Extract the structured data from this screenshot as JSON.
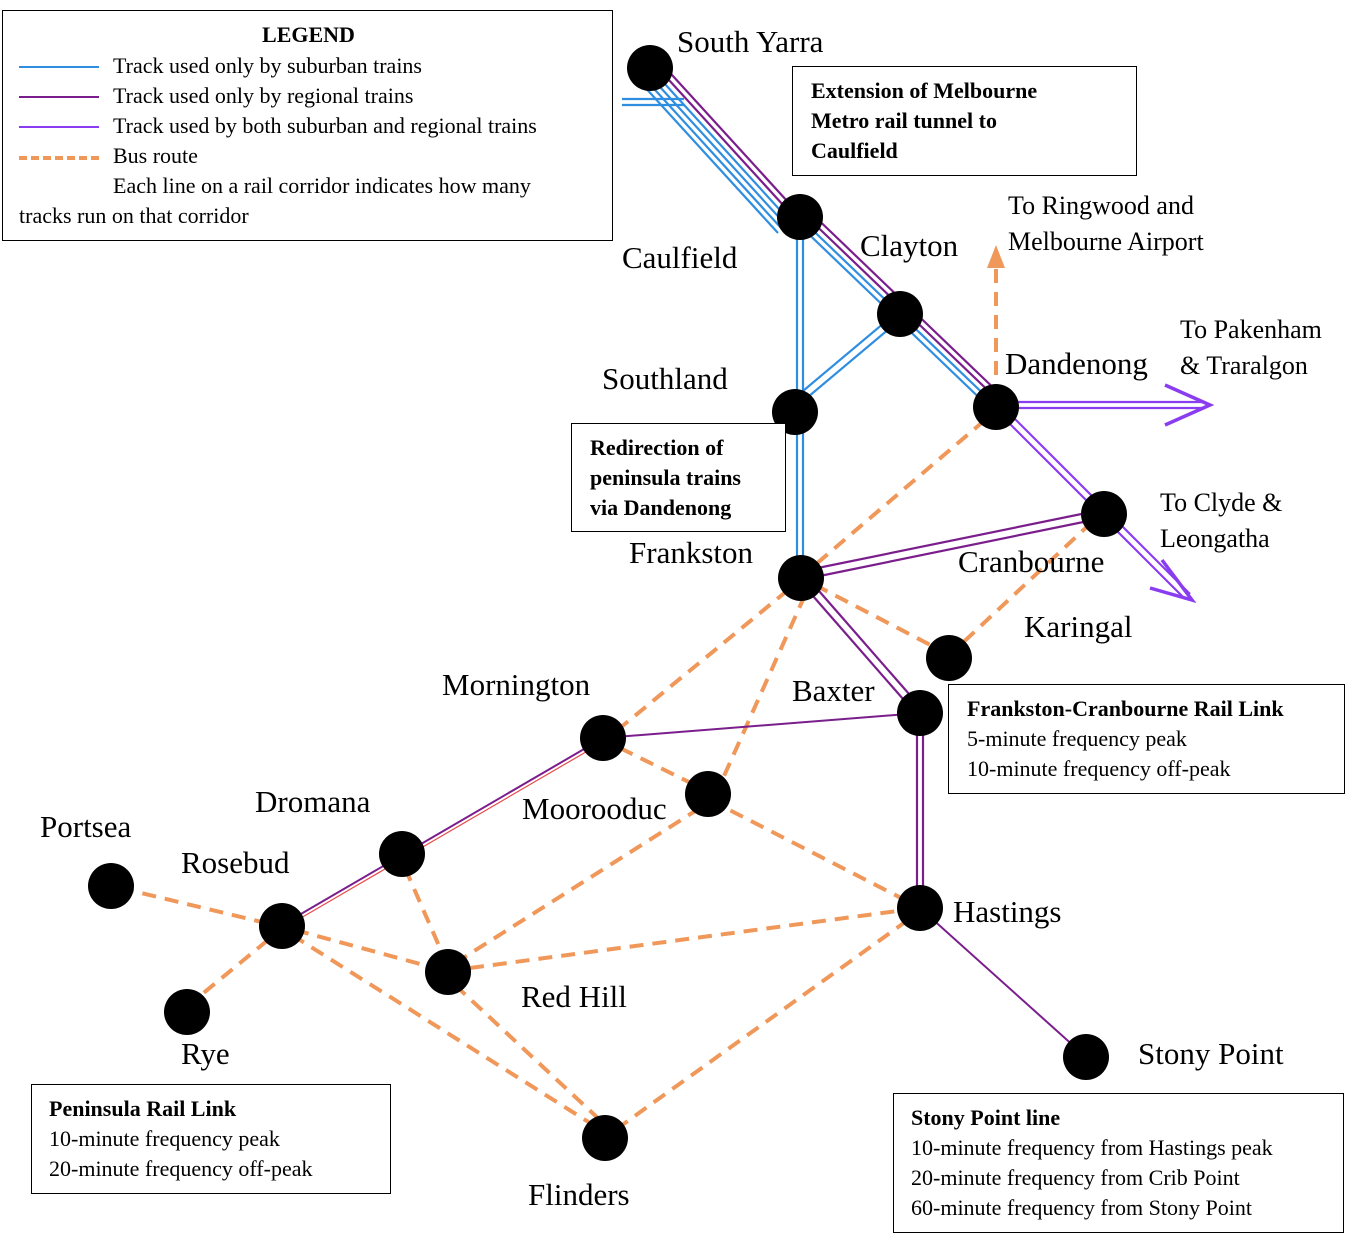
{
  "legend": {
    "title": "LEGEND",
    "items": [
      {
        "label": "Track used only by suburban trains",
        "color": "#2f8ee0",
        "style": "solid"
      },
      {
        "label": "Track used only by regional trains",
        "color": "#7a1e8c",
        "style": "solid"
      },
      {
        "label": "Track used by both suburban and regional trains",
        "color": "#8a3cf0",
        "style": "solid"
      },
      {
        "label": "Bus route",
        "color": "#f0975a",
        "style": "dashed"
      }
    ],
    "note_line1": "Each line on a rail corridor indicates how many",
    "note_line2": "tracks run on that corridor"
  },
  "stations": {
    "south_yarra": "South Yarra",
    "caulfield": "Caulfield",
    "clayton": "Clayton",
    "southland": "Southland",
    "dandenong": "Dandenong",
    "cranbourne": "Cranbourne",
    "frankston": "Frankston",
    "karingal": "Karingal",
    "baxter": "Baxter",
    "mornington": "Mornington",
    "moorooduc": "Moorooduc",
    "dromana": "Dromana",
    "portsea": "Portsea",
    "rosebud": "Rosebud",
    "red_hill": "Red Hill",
    "hastings": "Hastings",
    "rye": "Rye",
    "stony_point": "Stony Point",
    "flinders": "Flinders"
  },
  "destinations": {
    "ringwood_line1": "To Ringwood and",
    "ringwood_line2": "Melbourne Airport",
    "pakenham_line1": "To Pakenham",
    "pakenham_line2": "& Traralgon",
    "clyde_line1": "To Clyde &",
    "clyde_line2": "Leongatha"
  },
  "callouts": {
    "metro_tunnel": {
      "lines": [
        "Extension of Melbourne",
        "Metro rail tunnel to",
        "Caulfield"
      ]
    },
    "redirection": {
      "lines": [
        "Redirection of",
        "peninsula trains",
        "via Dandenong"
      ]
    },
    "frankston_cranbourne": {
      "title": "Frankston-Cranbourne Rail Link",
      "lines": [
        "5-minute frequency peak",
        "10-minute frequency off-peak"
      ]
    },
    "peninsula": {
      "title": "Peninsula Rail Link",
      "lines": [
        "10-minute frequency peak",
        "20-minute frequency off-peak"
      ]
    },
    "stony_point": {
      "title": "Stony Point line",
      "lines": [
        "10-minute frequency from Hastings peak",
        "20-minute frequency from Crib Point",
        "60-minute frequency from Stony Point"
      ]
    }
  },
  "colors": {
    "suburban": "#2f8ee0",
    "regional": "#7a1e8c",
    "shared": "#8a3cf0",
    "bus": "#f0975a",
    "station": "#000000"
  }
}
